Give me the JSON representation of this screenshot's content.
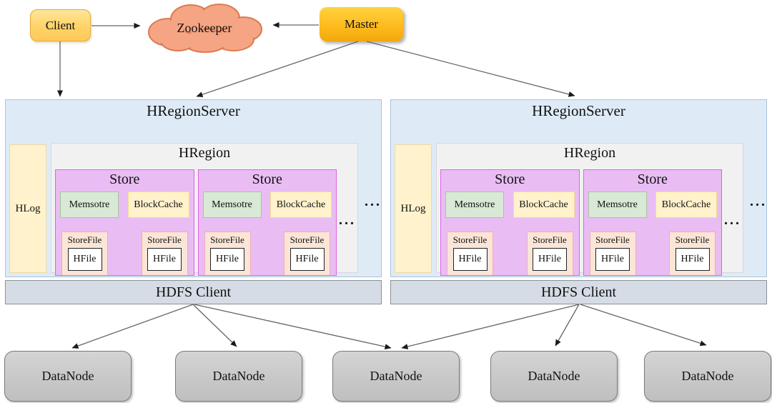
{
  "nodes": {
    "client": "Client",
    "zookeeper": "Zookeeper",
    "master": "Master",
    "hregionserver": "HRegionServer",
    "hlog": "HLog",
    "hregion": "HRegion",
    "store": "Store",
    "memstore": "Memsotre",
    "blockcache": "BlockCache",
    "storefile": "StoreFile",
    "hfile": "HFile",
    "hdfs_client": "HDFS Client",
    "datanode": "DataNode",
    "ellipsis": "..."
  },
  "structure": {
    "region_servers": 2,
    "stores_per_hregion": 2,
    "storefiles_per_store": 2,
    "hfiles_per_storefile": 1,
    "hdfs_clients": 2,
    "datanodes": 5
  },
  "edges": [
    {
      "from": "Client",
      "to": "Zookeeper"
    },
    {
      "from": "Master",
      "to": "Zookeeper"
    },
    {
      "from": "Client",
      "to": "HRegionServer-1"
    },
    {
      "from": "Master",
      "to": "HRegionServer-1"
    },
    {
      "from": "Master",
      "to": "HRegionServer-2"
    },
    {
      "from": "HDFS Client-1",
      "to": "DataNode-1"
    },
    {
      "from": "HDFS Client-1",
      "to": "DataNode-2"
    },
    {
      "from": "HDFS Client-1",
      "to": "DataNode-3"
    },
    {
      "from": "HDFS Client-2",
      "to": "DataNode-3"
    },
    {
      "from": "HDFS Client-2",
      "to": "DataNode-4"
    },
    {
      "from": "HDFS Client-2",
      "to": "DataNode-5"
    }
  ],
  "colors": {
    "client_fill": "#FFD366",
    "client_border": "#E8A93E",
    "master_fill": "#FDB91C",
    "zookeeper_fill": "#F5A583",
    "zookeeper_stroke": "#DC7A52",
    "server_fill": "#DEEBF7",
    "hregion_fill": "#F1F1F1",
    "hlog_fill": "#FFF2CC",
    "store_fill": "#E9BDF3",
    "store_border": "#DC64E4",
    "memstore_fill": "#D8E9D6",
    "blockcache_fill": "#FFF2CC",
    "storefile_fill": "#FBE5D6",
    "hfile_fill": "#FFFFFF",
    "hdfs_fill": "#D6DCE5",
    "datanode_fill": "#C7C7C7",
    "connector": "#555555"
  }
}
